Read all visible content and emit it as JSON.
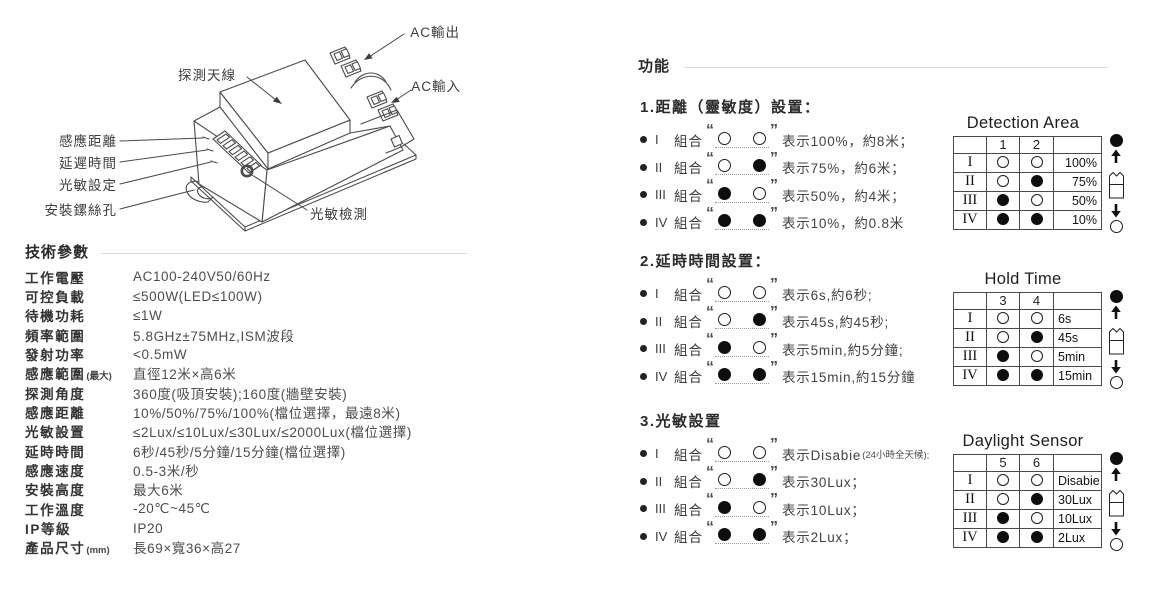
{
  "diagram": {
    "labels": {
      "antenna": "探測天線",
      "ac_out": "AC輸出",
      "ac_in": "AC輸入",
      "sense_distance": "感應距離",
      "delay_time": "延遲時間",
      "lux_setting": "光敏設定",
      "screw_hole": "安裝鏍絲孔",
      "lux_detect": "光敏檢測"
    }
  },
  "tech_specs": {
    "title": "技術參數",
    "rows": [
      {
        "label": "工作電壓",
        "sub": "",
        "value": "AC100-240V50/60Hz"
      },
      {
        "label": "可控負載",
        "sub": "",
        "value": "≤500W(LED≤100W)"
      },
      {
        "label": "待機功耗",
        "sub": "",
        "value": "≤1W"
      },
      {
        "label": "頻率範圍",
        "sub": "",
        "value": "5.8GHz±75MHz,ISM波段"
      },
      {
        "label": "發射功率",
        "sub": "",
        "value": "<0.5mW"
      },
      {
        "label": "感應範圍",
        "sub": "(最大)",
        "value": "直徑12米×高6米"
      },
      {
        "label": "探測角度",
        "sub": "",
        "value": "360度(吸頂安裝);160度(牆壁安裝)"
      },
      {
        "label": "感應距離",
        "sub": "",
        "value": "10%/50%/75%/100%(檔位選擇，最遠8米)"
      },
      {
        "label": "光敏設置",
        "sub": "",
        "value": "≤2Lux/≤10Lux/≤30Lux/≤2000Lux(檔位選擇)"
      },
      {
        "label": "延時時間",
        "sub": "",
        "value": "6秒/45秒/5分鐘/15分鐘(檔位選擇)"
      },
      {
        "label": "感應速度",
        "sub": "",
        "value": "0.5-3米/秒"
      },
      {
        "label": "安裝高度",
        "sub": "",
        "value": "最大6米"
      },
      {
        "label": "工作溫度",
        "sub": "",
        "value": "-20℃~45℃"
      },
      {
        "label": "IP等級",
        "sub": "",
        "value": "IP20"
      },
      {
        "label": "產品尺寸",
        "sub": "(mm)",
        "value": "長69×寬36×高27"
      }
    ]
  },
  "functions": {
    "title": "功能",
    "combo_label": "組合",
    "quote_open": "“",
    "quote_close": "”",
    "legend": {
      "top": "●",
      "bottom": "○"
    },
    "sections": [
      {
        "heading": "1.距離（靈敏度）設置：",
        "bullets": [
          {
            "num": "I",
            "sw1": "○",
            "sw2": "○",
            "desc": "表示100%，約8米；",
            "desc_small": ""
          },
          {
            "num": "II",
            "sw1": "○",
            "sw2": "●",
            "desc": "表示75%，約6米；",
            "desc_small": ""
          },
          {
            "num": "III",
            "sw1": "●",
            "sw2": "○",
            "desc": "表示50%，約4米；",
            "desc_small": ""
          },
          {
            "num": "IV",
            "sw1": "●",
            "sw2": "●",
            "desc": "表示10%，約0.8米",
            "desc_small": ""
          }
        ],
        "table": {
          "title": "Detection Area",
          "cols": [
            "1",
            "2"
          ],
          "rows": [
            {
              "no": "I",
              "s1": "○",
              "s2": "○",
              "val": "100%"
            },
            {
              "no": "II",
              "s1": "○",
              "s2": "●",
              "val": "75%"
            },
            {
              "no": "III",
              "s1": "●",
              "s2": "○",
              "val": "50%"
            },
            {
              "no": "IV",
              "s1": "●",
              "s2": "●",
              "val": "10%"
            }
          ]
        }
      },
      {
        "heading": "2.延時時間設置：",
        "bullets": [
          {
            "num": "I",
            "sw1": "○",
            "sw2": "○",
            "desc": "表示6s,約6秒;",
            "desc_small": ""
          },
          {
            "num": "II",
            "sw1": "○",
            "sw2": "●",
            "desc": "表示45s,約45秒;",
            "desc_small": ""
          },
          {
            "num": "III",
            "sw1": "●",
            "sw2": "○",
            "desc": "表示5min,約5分鐘;",
            "desc_small": ""
          },
          {
            "num": "IV",
            "sw1": "●",
            "sw2": "●",
            "desc": "表示15min,約15分鐘",
            "desc_small": ""
          }
        ],
        "table": {
          "title": "Hold Time",
          "cols": [
            "3",
            "4"
          ],
          "rows": [
            {
              "no": "I",
              "s1": "○",
              "s2": "○",
              "val": "6s"
            },
            {
              "no": "II",
              "s1": "○",
              "s2": "●",
              "val": "45s"
            },
            {
              "no": "III",
              "s1": "●",
              "s2": "○",
              "val": "5min"
            },
            {
              "no": "IV",
              "s1": "●",
              "s2": "●",
              "val": "15min"
            }
          ]
        }
      },
      {
        "heading": "3.光敏設置",
        "bullets": [
          {
            "num": "I",
            "sw1": "○",
            "sw2": "○",
            "desc": "表示Disabie",
            "desc_small": "(24小時全天候);"
          },
          {
            "num": "II",
            "sw1": "○",
            "sw2": "●",
            "desc": "表示30Lux；",
            "desc_small": ""
          },
          {
            "num": "III",
            "sw1": "●",
            "sw2": "○",
            "desc": "表示10Lux；",
            "desc_small": ""
          },
          {
            "num": "IV",
            "sw1": "●",
            "sw2": "●",
            "desc": "表示2Lux；",
            "desc_small": ""
          }
        ],
        "table": {
          "title": "Daylight Sensor",
          "cols": [
            "5",
            "6"
          ],
          "rows": [
            {
              "no": "I",
              "s1": "○",
              "s2": "○",
              "val": "Disabie"
            },
            {
              "no": "II",
              "s1": "○",
              "s2": "●",
              "val": "30Lux"
            },
            {
              "no": "III",
              "s1": "●",
              "s2": "○",
              "val": "10Lux"
            },
            {
              "no": "IV",
              "s1": "●",
              "s2": "●",
              "val": "2Lux"
            }
          ]
        }
      }
    ]
  }
}
